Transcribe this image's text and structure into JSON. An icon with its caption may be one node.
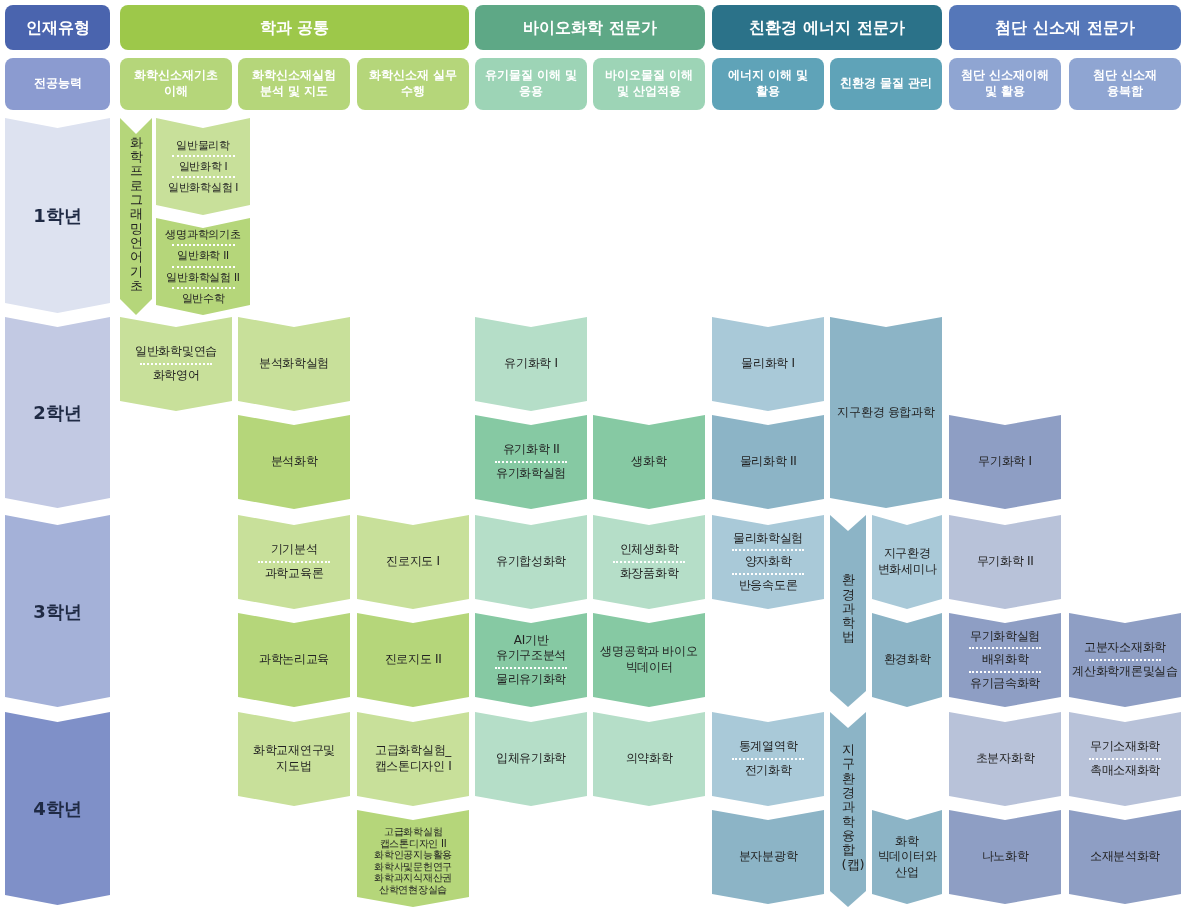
{
  "diagram": {
    "nodes": [
      {
        "text": [
          "인재유형"
        ]
      },
      {
        "text": [
          "학과 공통"
        ]
      },
      {
        "text": [
          "바이오화학 전문가"
        ]
      },
      {
        "text": [
          "친환경 에너지 전문가"
        ]
      },
      {
        "text": [
          "첨단 신소재 전문가"
        ]
      },
      {
        "text": [
          "전공능력"
        ]
      },
      {
        "text": [
          "화학신소재기초 이해"
        ]
      },
      {
        "text": [
          "화학신소재실험 분석 및 지도"
        ]
      },
      {
        "text": [
          "화학신소재 실무 수행"
        ]
      },
      {
        "text": [
          "유기물질 이해 및 응용"
        ]
      },
      {
        "text": [
          "바이오물질 이해 및 산업적용"
        ]
      },
      {
        "text": [
          "에너지 이해 및 활용"
        ]
      },
      {
        "text": [
          "친환경 물질 관리"
        ]
      },
      {
        "text": [
          "첨단 신소재이해 및 활용"
        ]
      },
      {
        "text": [
          "첨단 신소재 융복합"
        ]
      },
      {
        "text": [
          "1학년"
        ]
      },
      {
        "text": [
          "2학년"
        ]
      },
      {
        "text": [
          "3학년"
        ]
      },
      {
        "text": [
          "4학년"
        ]
      },
      {
        "text": [
          "화학프로그래밍언어기초"
        ]
      },
      {
        "text": [
          "일반물리학",
          "일반화학 I",
          "일반화학실험 I"
        ]
      },
      {
        "text": [
          "생명과학의기초",
          "일반화학 II",
          "일반화학실험 II",
          "일반수학"
        ]
      },
      {
        "text": [
          "일반화학및연습",
          "화학영어"
        ]
      },
      {
        "text": [
          "분석화학실험"
        ]
      },
      {
        "text": [
          "유기화학 I"
        ]
      },
      {
        "text": [
          "물리화학 I"
        ]
      },
      {
        "text": [
          "지구환경 융합과학"
        ]
      },
      {
        "text": [
          "분석화학"
        ]
      },
      {
        "text": [
          "유기화학 II",
          "유기화학실험"
        ]
      },
      {
        "text": [
          "생화학"
        ]
      },
      {
        "text": [
          "물리화학 II"
        ]
      },
      {
        "text": [
          "무기화학 I"
        ]
      },
      {
        "text": [
          "기기분석",
          "과학교육론"
        ]
      },
      {
        "text": [
          "진로지도 I"
        ]
      },
      {
        "text": [
          "유기합성화학"
        ]
      },
      {
        "text": [
          "인체생화학",
          "화장품화학"
        ]
      },
      {
        "text": [
          "물리화학실험",
          "양자화학",
          "반응속도론"
        ]
      },
      {
        "text": [
          "환경과학법"
        ]
      },
      {
        "text": [
          "지구환경 변화세미나"
        ]
      },
      {
        "text": [
          "무기화학 II"
        ]
      },
      {
        "text": [
          "과학논리교육"
        ]
      },
      {
        "text": [
          "진로지도 II"
        ]
      },
      {
        "text": [
          "AI기반 유기구조분석",
          "물리유기화학"
        ]
      },
      {
        "text": [
          "생명공학과 바이오 빅데이터"
        ]
      },
      {
        "text": [
          "환경화학"
        ]
      },
      {
        "text": [
          "무기화학실험",
          "배위화학",
          "유기금속화학"
        ]
      },
      {
        "text": [
          "고분자소재화학",
          "계산화학개론및실습"
        ]
      },
      {
        "text": [
          "화학교재연구및 지도법"
        ]
      },
      {
        "text": [
          "고급화학실험_ 캡스톤디자인 I"
        ]
      },
      {
        "text": [
          "입체유기화학"
        ]
      },
      {
        "text": [
          "의약화학"
        ]
      },
      {
        "text": [
          "통계열역학",
          "전기화학"
        ]
      },
      {
        "text": [
          "지구환경과학융합(캡)"
        ]
      },
      {
        "text": [
          "초분자화학"
        ]
      },
      {
        "text": [
          "무기소재화학",
          "촉매소재화학"
        ]
      },
      {
        "text": [
          "고급화학실험 캡스톤디자인 II",
          "화학인공지능활용",
          "화학사및문헌연구",
          "화학과지식재산권",
          "산학연현장실습"
        ]
      },
      {
        "text": [
          "분자분광학"
        ]
      },
      {
        "text": [
          "화학 빅데이터와 산업"
        ]
      },
      {
        "text": [
          "나노화학"
        ]
      },
      {
        "text": [
          "소재분석화학"
        ]
      }
    ]
  }
}
